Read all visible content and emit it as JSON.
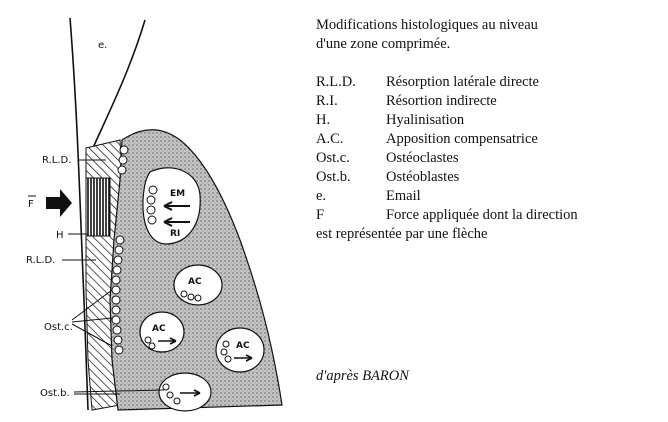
{
  "diagram": {
    "labels": {
      "enamel": "e.",
      "rld_top": "R.L.D.",
      "force": "F",
      "hyal": "H",
      "rld_bottom": "R.L.D.",
      "ostc": "Ost.c.",
      "ostb": "Ost.b.",
      "em": "EM",
      "ri": "RI",
      "ac1": "AC",
      "ac2": "AC",
      "ac3": "AC"
    }
  },
  "legend": {
    "title_lines": [
      "Modifications histologiques au niveau",
      "d'une zone comprimée."
    ],
    "items": [
      {
        "abbr": "R.L.D.",
        "text": "Résorption latérale directe"
      },
      {
        "abbr": "R.I.",
        "text": "Résortion indirecte"
      },
      {
        "abbr": "H.",
        "text": "Hyalinisation"
      },
      {
        "abbr": "A.C.",
        "text": "Apposition compensatrice"
      },
      {
        "abbr": "Ost.c.",
        "text": "Ostéoclastes"
      },
      {
        "abbr": "Ost.b.",
        "text": "Ostéoblastes"
      },
      {
        "abbr": "e.",
        "text": "Email"
      },
      {
        "abbr": "F",
        "text": "Force appliquée dont la direction"
      }
    ],
    "continuation": "est représentée par une flèche"
  },
  "credit": "d'après BARON",
  "colors": {
    "ink": "#111111",
    "bone_fill": "#bdbdbd",
    "paper": "#ffffff"
  }
}
